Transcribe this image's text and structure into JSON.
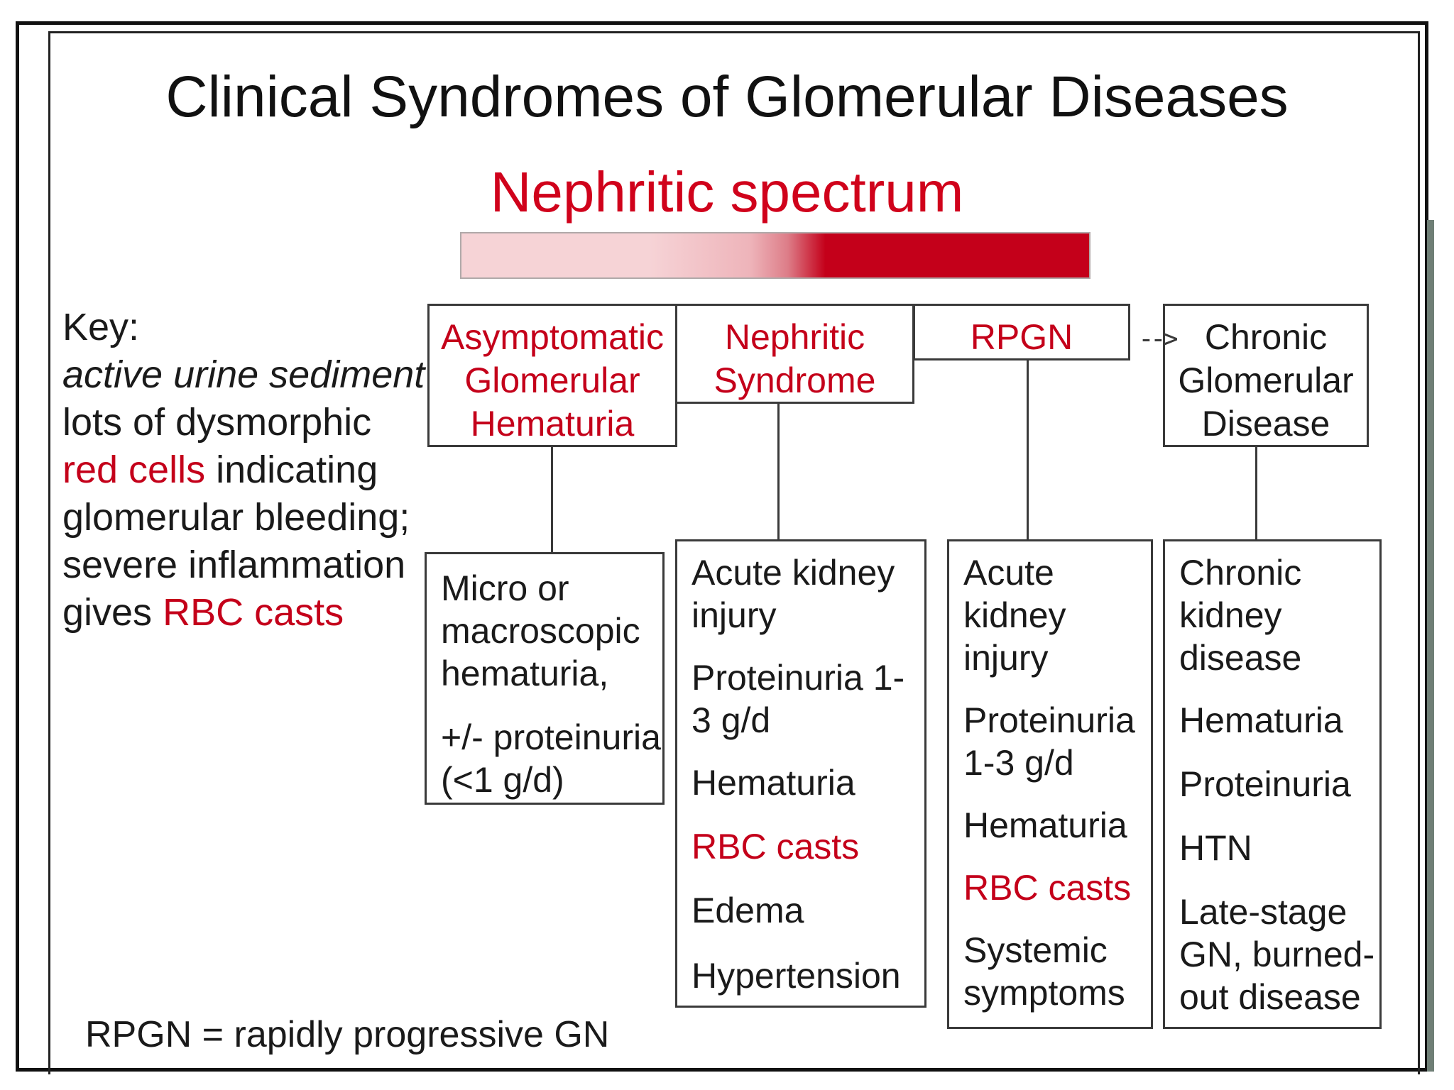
{
  "title": "Clinical Syndromes of Glomerular Diseases",
  "spectrum": {
    "label": "Nephritic spectrum",
    "colors": {
      "light": "#f6d3d6",
      "dark": "#c4001a"
    }
  },
  "key": {
    "heading": "Key:",
    "line1": "active urine sediment",
    "line2": "lots of dysmorphic",
    "line3_red": "red cells",
    "line3_rest": " indicating",
    "line4": "glomerular bleeding;",
    "line5": "severe inflammation",
    "line6_pre": "gives ",
    "line6_red": "RBC casts"
  },
  "syndromes": [
    {
      "header": [
        "Asymptomatic",
        "Glomerular",
        "Hematuria"
      ],
      "details": [
        {
          "lines": [
            "Micro or",
            "macroscopic",
            "hematuria,"
          ],
          "red": false
        },
        {
          "lines": [
            "+/- proteinuria",
            "(<1 g/d)"
          ],
          "red": false
        }
      ]
    },
    {
      "header": [
        "Nephritic",
        "Syndrome"
      ],
      "details": [
        {
          "lines": [
            "Acute kidney",
            "injury"
          ],
          "red": false
        },
        {
          "lines": [
            "Proteinuria 1-",
            "3 g/d"
          ],
          "red": false
        },
        {
          "lines": [
            "Hematuria"
          ],
          "red": false
        },
        {
          "lines": [
            "RBC casts"
          ],
          "red": true
        },
        {
          "lines": [
            "Edema"
          ],
          "red": false
        },
        {
          "lines": [
            "Hypertension"
          ],
          "red": false
        }
      ]
    },
    {
      "header": [
        "RPGN"
      ],
      "details": [
        {
          "lines": [
            "Acute",
            "kidney",
            "injury"
          ],
          "red": false
        },
        {
          "lines": [
            "Proteinuria",
            "1-3 g/d"
          ],
          "red": false
        },
        {
          "lines": [
            "Hematuria"
          ],
          "red": false
        },
        {
          "lines": [
            "RBC casts"
          ],
          "red": true
        },
        {
          "lines": [
            "Systemic",
            "symptoms"
          ],
          "red": false
        }
      ]
    },
    {
      "header": [
        "Chronic",
        "Glomerular",
        "Disease"
      ],
      "details": [
        {
          "lines": [
            "Chronic",
            "kidney",
            "disease"
          ],
          "red": false
        },
        {
          "lines": [
            "Hematuria"
          ],
          "red": false
        },
        {
          "lines": [
            "Proteinuria"
          ],
          "red": false
        },
        {
          "lines": [
            "HTN"
          ],
          "red": false
        },
        {
          "lines": [
            "Late-stage",
            "GN, burned-",
            "out disease"
          ],
          "red": false
        }
      ]
    }
  ],
  "arrow_text": "-->",
  "footnote": "RPGN = rapidly progressive GN"
}
